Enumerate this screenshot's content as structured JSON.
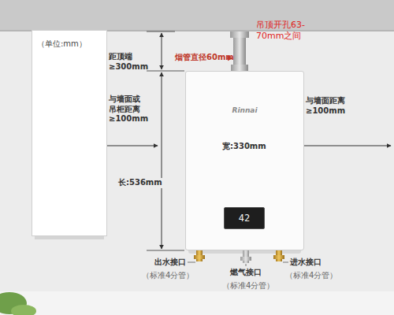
{
  "diagram": {
    "nodes": [
      {
        "text": [
          "（单位:mm）"
        ]
      },
      {
        "text": [
          "Rinnai"
        ]
      },
      {
        "text": [
          "42"
        ],
        "in": 1
      }
    ],
    "labels": [
      "吊顶开孔63-70mm之间",
      "烟管直径60mm",
      "距顶端 ≥300mm",
      "与墙面或 吊柜距离 ≥100mm",
      "长:536mm",
      "宽:330mm",
      "与墙面距离 ≥100mm",
      "出水接口",
      "（标准4分管）",
      "燃气接口",
      "（标准4分管）",
      "进水接口",
      "（标准4分管）"
    ]
  }
}
